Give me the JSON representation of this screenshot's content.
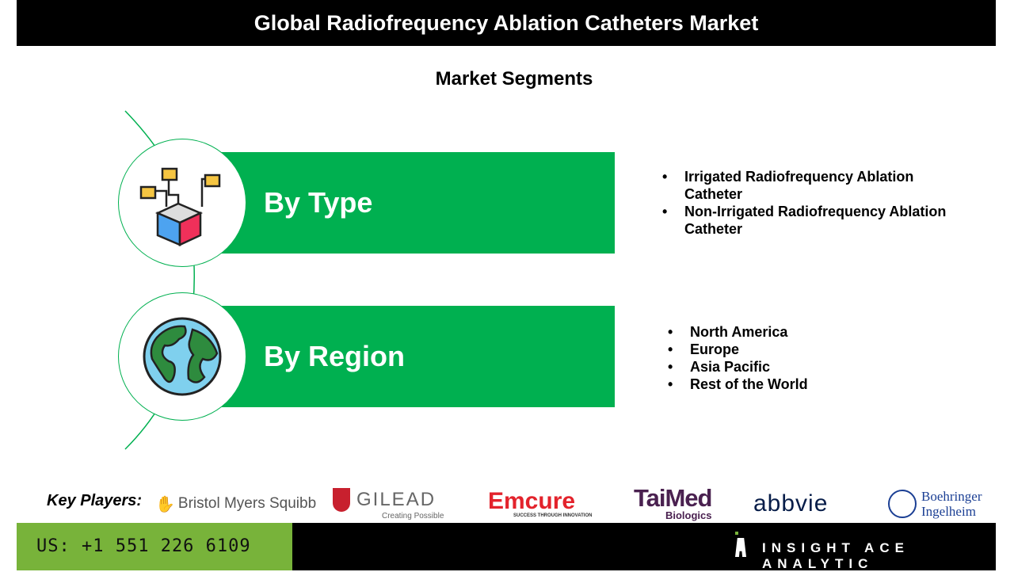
{
  "header": {
    "title": "Global Radiofrequency Ablation Catheters Market"
  },
  "subtitle": "Market Segments",
  "segments": [
    {
      "label": "By Type",
      "icon": "cube-network-icon",
      "items": [
        "Irrigated Radiofrequency Ablation Catheter",
        "Non-Irrigated Radiofrequency Ablation Catheter"
      ]
    },
    {
      "label": "By Region",
      "icon": "globe-icon",
      "items": [
        "North America",
        "Europe",
        "Asia Pacific",
        "Rest of the World"
      ]
    }
  ],
  "key_players": {
    "label": "Key Players:",
    "logos": [
      {
        "name": "Bristol Myers Squibb"
      },
      {
        "name": "GILEAD",
        "tagline": "Creating Possible"
      },
      {
        "name": "Emcure",
        "tagline": "SUCCESS THROUGH INNOVATION"
      },
      {
        "name": "TaiMed",
        "tagline": "Biologics"
      },
      {
        "name": "abbvie"
      },
      {
        "name": "Boehringer",
        "name2": "Ingelheim"
      }
    ]
  },
  "footer": {
    "phone": "US: +1 551 226 6109",
    "brand": "INSIGHT ACE ANALYTIC"
  },
  "colors": {
    "segment": "#00b050",
    "footer_green": "#78b33a"
  }
}
